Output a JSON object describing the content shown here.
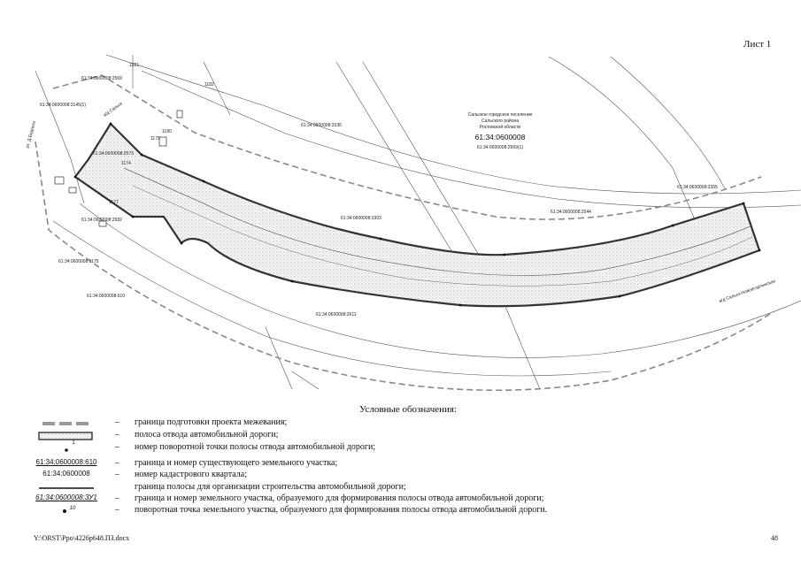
{
  "sheet_label": "Лист 1",
  "map": {
    "settlement_lines": [
      "Сальское городское поселение",
      "Сальского района",
      "Ростовской области"
    ],
    "quarter_number": "61:34:0600008",
    "parcel_labels": {
      "top_center": "61:34:0600008:3336",
      "under_quarter": "61:34:0600008:2569(1)",
      "top_left": "61:34:0600008:2569",
      "left_a": "61:34:0600008:3145(1)",
      "left_b": "61:34:0600008:1175",
      "bottom_left": "61:34:0600008:610",
      "right_a": "61:34:0600008:3355",
      "mid_a": "61:34:0600008:3303",
      "mid_b": "61:34:0600008:2544",
      "bottom_mid": "61:34:0600008:2611",
      "left_c": "61:34:0600008:2582",
      "left_d": "61:34:0600008:2573"
    },
    "house_numbers": [
      "1321",
      "1182",
      "1180",
      "1179",
      "1174",
      "1177"
    ],
    "street_label": "ул. Д.Бедного",
    "road_label_right": "а/д Сальск-Новоегорлыкская",
    "road_label_left": "а/д Сальск"
  },
  "legend": {
    "title": "Условные обозначения:",
    "items": [
      {
        "symbol_label": "",
        "dash": "–",
        "text": "граница подготовки проекта межевания;"
      },
      {
        "symbol_label": "",
        "dash": "–",
        "text": "полоса отвода автомобильной дороги;"
      },
      {
        "symbol_label": "1",
        "dash": "–",
        "text": "номер поворотной точки полосы отвода автомобильной дороги;"
      },
      {
        "symbol_label": "61:34:0600008:610",
        "dash": "–",
        "text": "граница и номер существующего земельного участка;"
      },
      {
        "symbol_label": "61:34:0600008",
        "dash": "–",
        "text": "номер кадастрового квартала;"
      },
      {
        "symbol_label": "",
        "dash": "",
        "text": "граница полосы для организации строительства автомобильной дороги;"
      },
      {
        "symbol_label": "61:34:0600008:ЗУ1",
        "dash": "–",
        "text": "граница и номер земельного участка, образуемого для формирования полосы отвода автомобильной дороги;"
      },
      {
        "symbol_label": "10",
        "dash": "–",
        "text": "поворотная точка земельного участка, образуемого для формирования полосы отвода автомобильной дороги."
      }
    ]
  },
  "footer": {
    "path": "Y:\\ORST\\Ppo\\4226р648.ПЗ.docx",
    "page_number": "48"
  }
}
